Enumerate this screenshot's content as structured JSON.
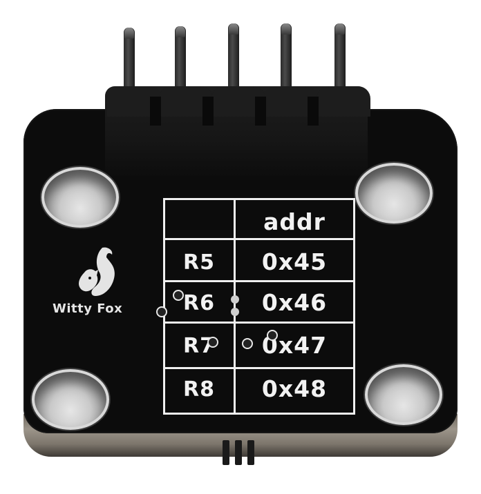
{
  "board": {
    "brand": "Witty Fox",
    "pin_count": 5,
    "mounting_holes": 4,
    "colors": {
      "pcb": "#0c0c0c",
      "silkscreen": "#f0f0f0",
      "hole_plating": "#d9d9d9"
    }
  },
  "address_table": {
    "header": {
      "resistor": "",
      "address": "addr"
    },
    "rows": [
      {
        "resistor": "R5",
        "address": "0x45"
      },
      {
        "resistor": "R6",
        "address": "0x46"
      },
      {
        "resistor": "R7",
        "address": "0x47"
      },
      {
        "resistor": "R8",
        "address": "0x48"
      }
    ]
  }
}
